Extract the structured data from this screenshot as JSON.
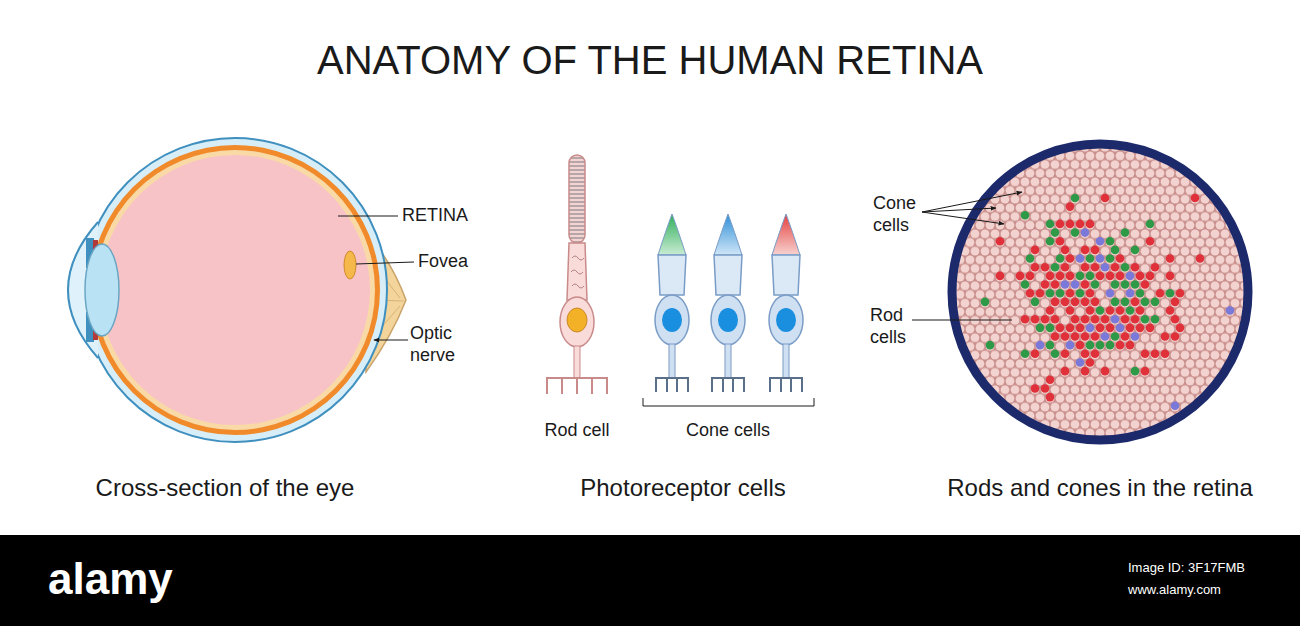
{
  "diagram": {
    "title": "ANATOMY OF THE HUMAN RETINA",
    "labels": [
      "RETINA",
      "Fovea",
      "Optic nerve",
      "Rod cell",
      "Cone cells",
      "Cone cells",
      "Rod cells",
      "Cross-section of the eye",
      "Photoreceptor cells",
      "Rods and cones in the retina",
      "alamy",
      "Image ID: 3F17FMB",
      "www.alamy.com"
    ]
  }
}
